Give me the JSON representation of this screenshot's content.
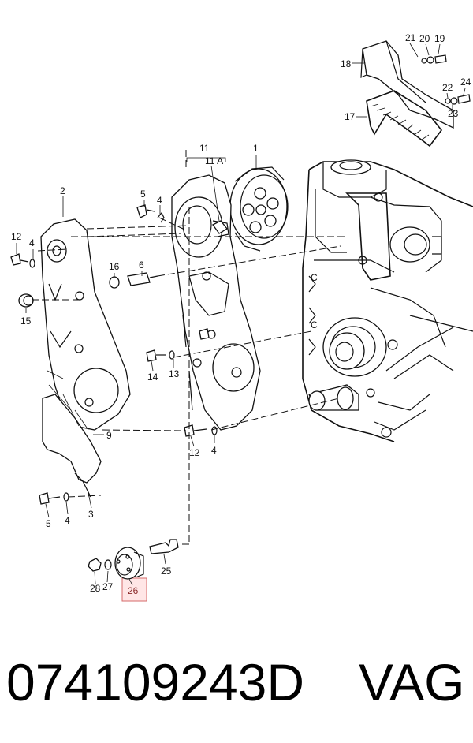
{
  "diagram": {
    "callouts": {
      "c1": "1",
      "c2": "2",
      "c3": "3",
      "c4a": "4",
      "c4b": "4",
      "c4c": "4",
      "c4d": "4",
      "c5a": "5",
      "c5b": "5",
      "c6": "6",
      "c9": "9",
      "c11": "11",
      "c11a": "11 A",
      "c12a": "12",
      "c12b": "12",
      "c13": "13",
      "c14": "14",
      "c15": "15",
      "c16": "16",
      "c17": "17",
      "c18": "18",
      "c19": "19",
      "c20": "20",
      "c21": "21",
      "c22": "22",
      "c23": "23",
      "c24": "24",
      "c25": "25",
      "c26": "26",
      "c27": "27",
      "c28": "28"
    },
    "highlighted_part": "26",
    "highlight_color": "#d46a6a"
  },
  "caption": {
    "part_number": "074109243D",
    "brand": "VAG"
  }
}
